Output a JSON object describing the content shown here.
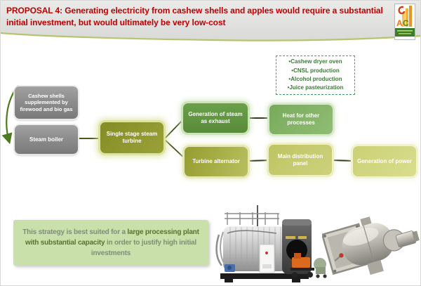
{
  "header": {
    "title": "PROPOSAL 4: Generating electricity from cashew shells and apples would require a substantial initial investment, but would ultimately be very low-cost",
    "title_color": "#C00000"
  },
  "logo": {
    "letter_a": "A",
    "letter_c": "C"
  },
  "side_list": {
    "bullet": "•",
    "items": [
      "Cashew dryer oven",
      "CNSL production",
      "Alcohol production",
      "Juice pasteurization"
    ],
    "border_color": "#46a06b",
    "text_color": "#3c7a36"
  },
  "flowchart": {
    "nodes": {
      "cashew_shells": {
        "label": "Cashew shells supplemented by firewood and bio gas",
        "color": "#8d8d8d"
      },
      "steam_boiler": {
        "label": "Steam boiler",
        "color": "#8d8d8d"
      },
      "turbine": {
        "label": "Single stage steam turbine",
        "color": "#8e962f"
      },
      "steam_exhaust": {
        "label": "Generation of steam as exhaust",
        "color": "#62953f"
      },
      "heat": {
        "label": "Heat for other processes",
        "color": "#82b164"
      },
      "alternator": {
        "label": "Turbine alternator",
        "color": "#a4ab40"
      },
      "distribution": {
        "label": "Main distribution panel",
        "color": "#c5ca70"
      },
      "power": {
        "label": "Generation of power",
        "color": "#d2d67e"
      }
    },
    "connector_color": "#3f4e1d",
    "arrow_color": "#4d7a1f"
  },
  "note": {
    "part1": "This strategy is best suited for a ",
    "part2": "large processing plant with substantial capacity",
    "part3": " in order to justify high initial investments",
    "bg_color": "#c9e0aa"
  }
}
